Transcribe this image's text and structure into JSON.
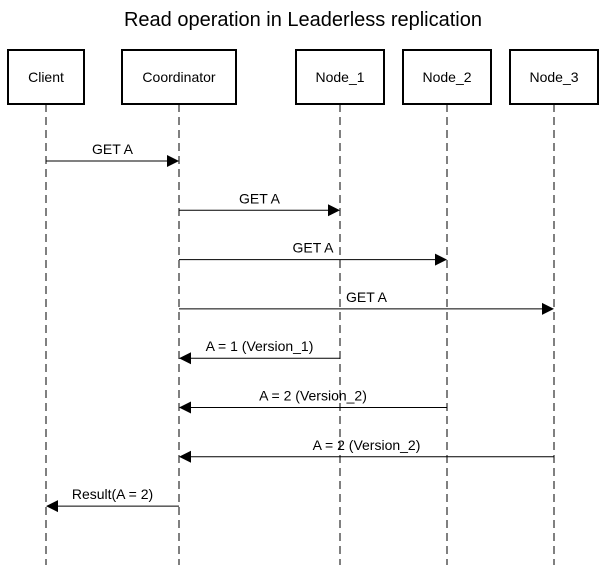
{
  "title": "Read operation in Leaderless replication",
  "participants": [
    {
      "id": "client",
      "label": "Client"
    },
    {
      "id": "coordinator",
      "label": "Coordinator"
    },
    {
      "id": "node1",
      "label": "Node_1"
    },
    {
      "id": "node2",
      "label": "Node_2"
    },
    {
      "id": "node3",
      "label": "Node_3"
    }
  ],
  "messages": [
    {
      "from": "client",
      "to": "coordinator",
      "label": "GET A"
    },
    {
      "from": "coordinator",
      "to": "node1",
      "label": "GET A"
    },
    {
      "from": "coordinator",
      "to": "node2",
      "label": "GET A"
    },
    {
      "from": "coordinator",
      "to": "node3",
      "label": "GET A"
    },
    {
      "from": "node1",
      "to": "coordinator",
      "label": "A = 1 (Version_1)"
    },
    {
      "from": "node2",
      "to": "coordinator",
      "label": "A = 2 (Version_2)"
    },
    {
      "from": "node3",
      "to": "coordinator",
      "label": "A = 2 (Version_2)"
    },
    {
      "from": "coordinator",
      "to": "client",
      "label": "Result(A = 2)"
    }
  ]
}
